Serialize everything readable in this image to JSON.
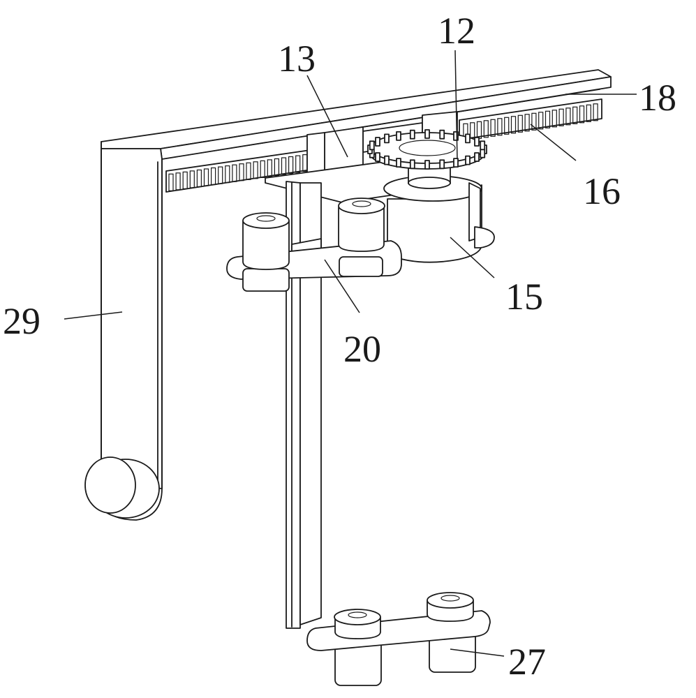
{
  "figure": {
    "labels": {
      "l12": "12",
      "l13": "13",
      "l18": "18",
      "l16": "16",
      "l15": "15",
      "l20": "20",
      "l29": "29",
      "l27": "27"
    }
  }
}
